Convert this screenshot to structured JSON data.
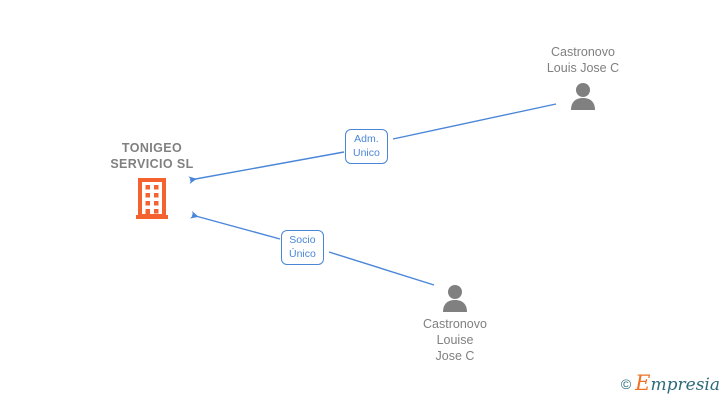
{
  "diagram": {
    "title": "Mercantile relationship chart",
    "background_color": "#ffffff",
    "company": {
      "name": "TONIGEO\nSERVICIO  SL",
      "icon": "building-icon",
      "icon_color": "#f4622f",
      "label_color": "#808080"
    },
    "people": [
      {
        "id": "top-person",
        "name": "Castronovo\nLouis Jose C",
        "icon": "person-icon",
        "icon_color": "#808080",
        "label_color": "#808080",
        "label_position": "above"
      },
      {
        "id": "bottom-person",
        "name": "Castronovo\nLouise\nJose C",
        "icon": "person-icon",
        "icon_color": "#808080",
        "label_color": "#808080",
        "label_position": "below"
      }
    ],
    "relations": [
      {
        "id": "adm-unico",
        "label": "Adm.\nUnico",
        "from": "top-person",
        "to": "company",
        "color": "#4a86d8"
      },
      {
        "id": "socio-unico",
        "label": "Socio\nÚnico",
        "from": "bottom-person",
        "to": "company",
        "color": "#4a86d8"
      }
    ],
    "edge_color": "#4a86d8"
  },
  "watermark": {
    "copyright": "©",
    "brand_initial": "E",
    "brand_rest": "mpresia",
    "initial_color": "#ee7326",
    "text_color": "#2e6b7a"
  }
}
